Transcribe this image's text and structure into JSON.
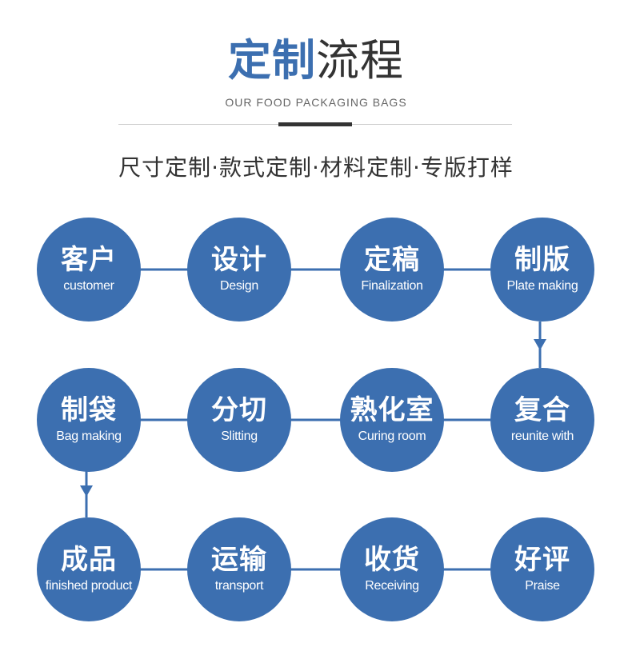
{
  "header": {
    "title_strong": "定制",
    "title_rest": "流程",
    "subtitle": "OUR FOOD PACKAGING BAGS",
    "tagline": "尺寸定制·款式定制·材料定制·专版打样"
  },
  "steps": [
    {
      "zh": "客户",
      "en": "customer"
    },
    {
      "zh": "设计",
      "en": "Design"
    },
    {
      "zh": "定稿",
      "en": "Finalization"
    },
    {
      "zh": "制版",
      "en": "Plate making"
    },
    {
      "zh": "复合",
      "en": "reunite with"
    },
    {
      "zh": "熟化室",
      "en": "Curing room"
    },
    {
      "zh": "分切",
      "en": "Slitting"
    },
    {
      "zh": "制袋",
      "en": "Bag making"
    },
    {
      "zh": "成品",
      "en": "finished product"
    },
    {
      "zh": "运输",
      "en": "transport"
    },
    {
      "zh": "收货",
      "en": "Receiving"
    },
    {
      "zh": "好评",
      "en": "Praise"
    }
  ],
  "colors": {
    "accent": "#3c6fb0",
    "text": "#333333"
  }
}
